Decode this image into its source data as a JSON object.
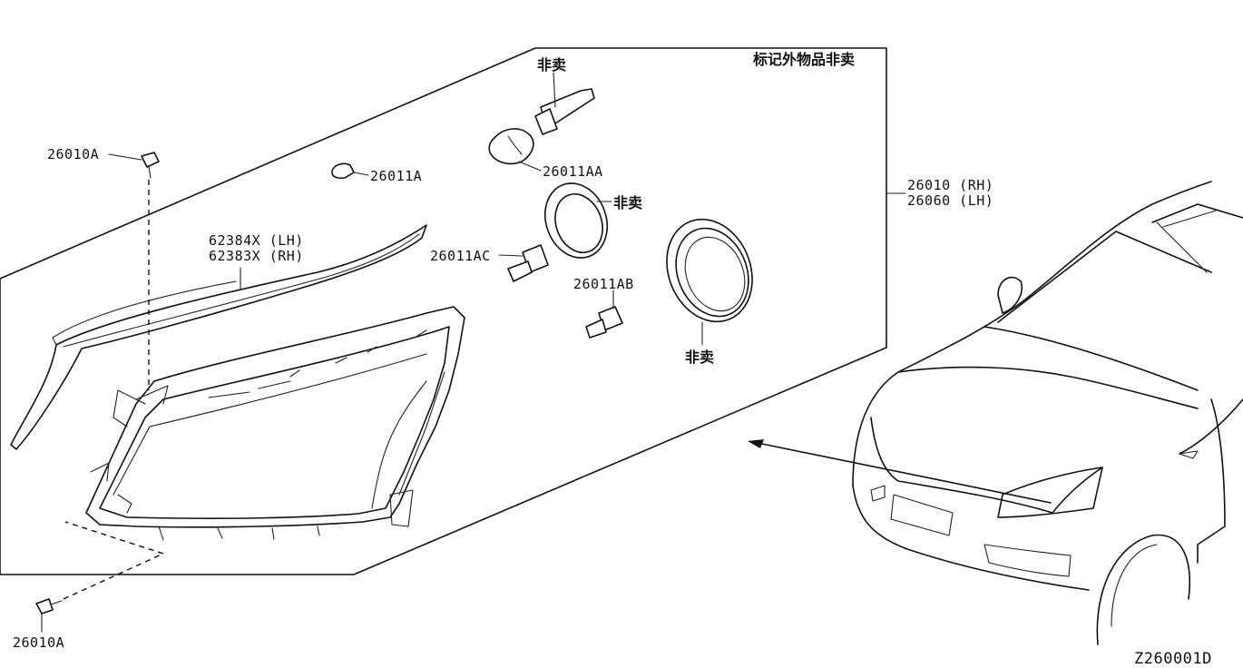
{
  "diagram_id": "Z260001D",
  "box_note": "标记外物品非卖",
  "not_for_sale": "非卖",
  "parts": {
    "bolt_upper": "26010A",
    "bolt_lower": "26010A",
    "side_marker_bulb": "26011A",
    "turn_bulb": "26011AA",
    "fog_bulb": "26011AC",
    "h_bulb": "26011AB",
    "trim_lh": "62384X (LH)",
    "trim_rh": "62383X (RH)",
    "assy_rh": "26010 (RH)",
    "assy_lh": "26060 (LH)"
  }
}
